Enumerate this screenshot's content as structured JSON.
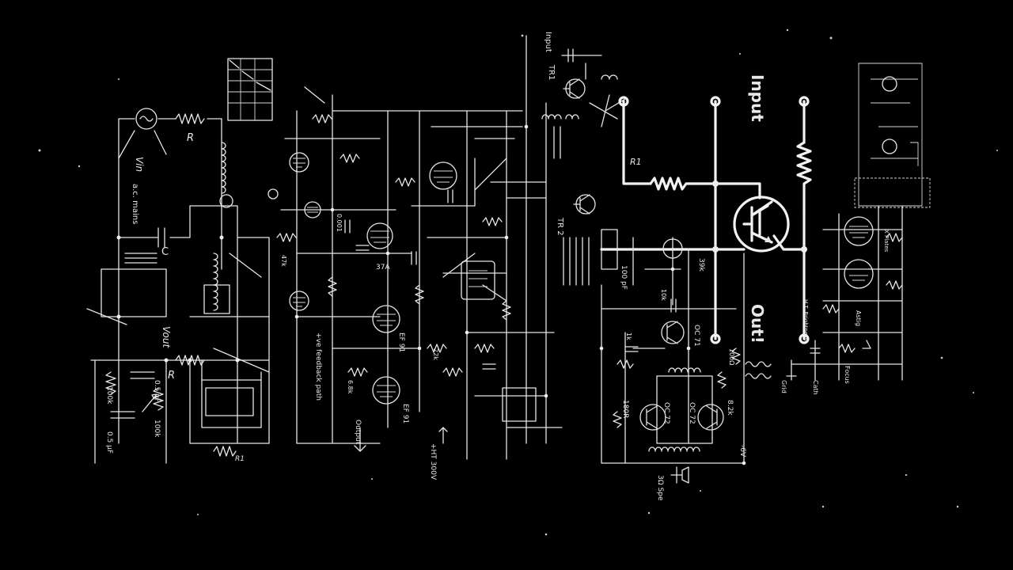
{
  "diagram": {
    "labels": {
      "input_big": "Input",
      "output_big": "Out!",
      "input_small": "Input",
      "tr1": "TR1",
      "tr2": "TR 2",
      "r_left_top": "R",
      "r_left_bottom": "R",
      "r1_bottom": "R1",
      "r1_top": "R1",
      "v_in": "Vin",
      "v_out": "Vout",
      "mains": "a.c. mains",
      "cap_c": "C",
      "res_100k_a": "100k",
      "res_100k_b": "100k",
      "cap_05a": "0.5 μF",
      "cap_05b": "0.5 μF",
      "valve_37a": "37A",
      "valve_ef91a": "EF 91",
      "valve_ef91b": "EF 91",
      "output_small": "Output",
      "ht": "+HT 300V",
      "feedback": "+ve feedback path",
      "oc71": "OC 71",
      "oc72a": "OC 72",
      "oc72b": "OC 72",
      "cap_100pf": "100 pF",
      "res_180r": "180R",
      "res_82k": "8.2k",
      "res_39k": "39k",
      "minus6v": "-6V",
      "speaker": "3Ω Spe",
      "grid": "Grid",
      "cath": "Cath",
      "focus": "Focus",
      "astig": "Astig",
      "ht_brightness": "H.T. Brightness",
      "x_plates": "X Plates",
      "res_10k": "10k",
      "res_1k": "1k",
      "res_47k": "47k",
      "res_22k": "22k",
      "res_68k": "6.8k",
      "cap_001": "0.001",
      "res_100r": "100Ω"
    }
  }
}
